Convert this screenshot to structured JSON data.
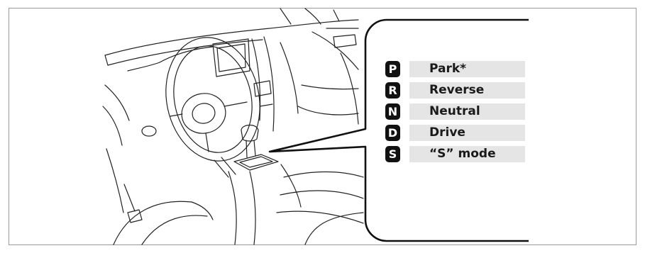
{
  "gear_positions": [
    {
      "letter": "P",
      "label": "Park*"
    },
    {
      "letter": "R",
      "label": "Reverse"
    },
    {
      "letter": "N",
      "label": "Neutral"
    },
    {
      "letter": "D",
      "label": "Drive"
    },
    {
      "letter": "S",
      "label": "“S” mode"
    }
  ],
  "colors": {
    "badge": "#111111",
    "label_background": "#e5e5e5",
    "line_art": "#222222"
  }
}
